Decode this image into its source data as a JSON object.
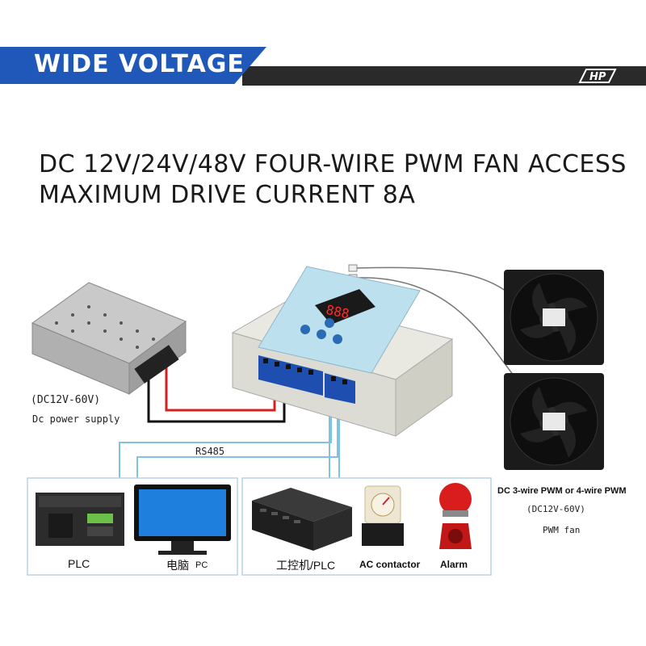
{
  "header": {
    "tag": "WIDE VOLTAGE",
    "logo_text": "HP"
  },
  "headline": {
    "line1": "DC 12V/24V/48V FOUR-WIRE PWM FAN ACCESS",
    "line2": "MAXIMUM DRIVE CURRENT 8A"
  },
  "power_supply": {
    "voltage": "(DC12V-60V)",
    "label": "Dc power supply"
  },
  "bus": {
    "label": "RS485"
  },
  "devices": {
    "plc": "PLC",
    "pc": "电脑",
    "pc_en": "PC",
    "ipc": "工控机/PLC",
    "contactor": "AC contactor",
    "alarm": "Alarm"
  },
  "fan": {
    "type": "DC 3-wire PWM or 4-wire PWM",
    "voltage": "(DC12V-60V)",
    "label": "PWM fan"
  },
  "controller": {
    "display": "888"
  },
  "colors": {
    "accent_blue": "#1f58b8",
    "header_dark": "#2a2a2a",
    "wire_red": "#d42020",
    "wire_black": "#111111",
    "wire_cyan": "#7fc3de"
  }
}
